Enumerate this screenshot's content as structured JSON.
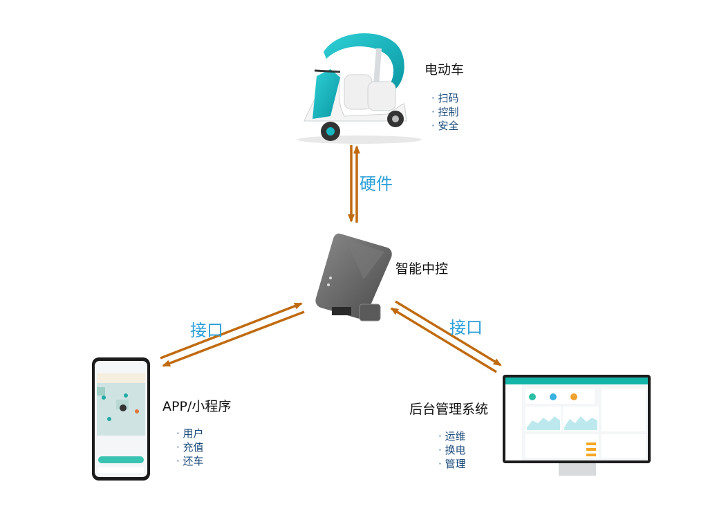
{
  "nodes": {
    "vehicle": {
      "title": "电动车",
      "features": [
        "扫码",
        "控制",
        "安全"
      ]
    },
    "controller": {
      "title": "智能中控"
    },
    "app": {
      "title": "APP/小程序",
      "features": [
        "用户",
        "充值",
        "还车"
      ]
    },
    "backend": {
      "title": "后台管理系统",
      "features": [
        "运维",
        "换电",
        "管理"
      ]
    }
  },
  "edges": {
    "vehicle_controller": "硬件",
    "app_controller": "接口",
    "backend_controller": "接口"
  },
  "colors": {
    "arrow": "#c06a10",
    "edge_label": "#2a9fd8",
    "vehicle_teal": "#16b7c0",
    "controller_body": "#6a6a6a"
  }
}
